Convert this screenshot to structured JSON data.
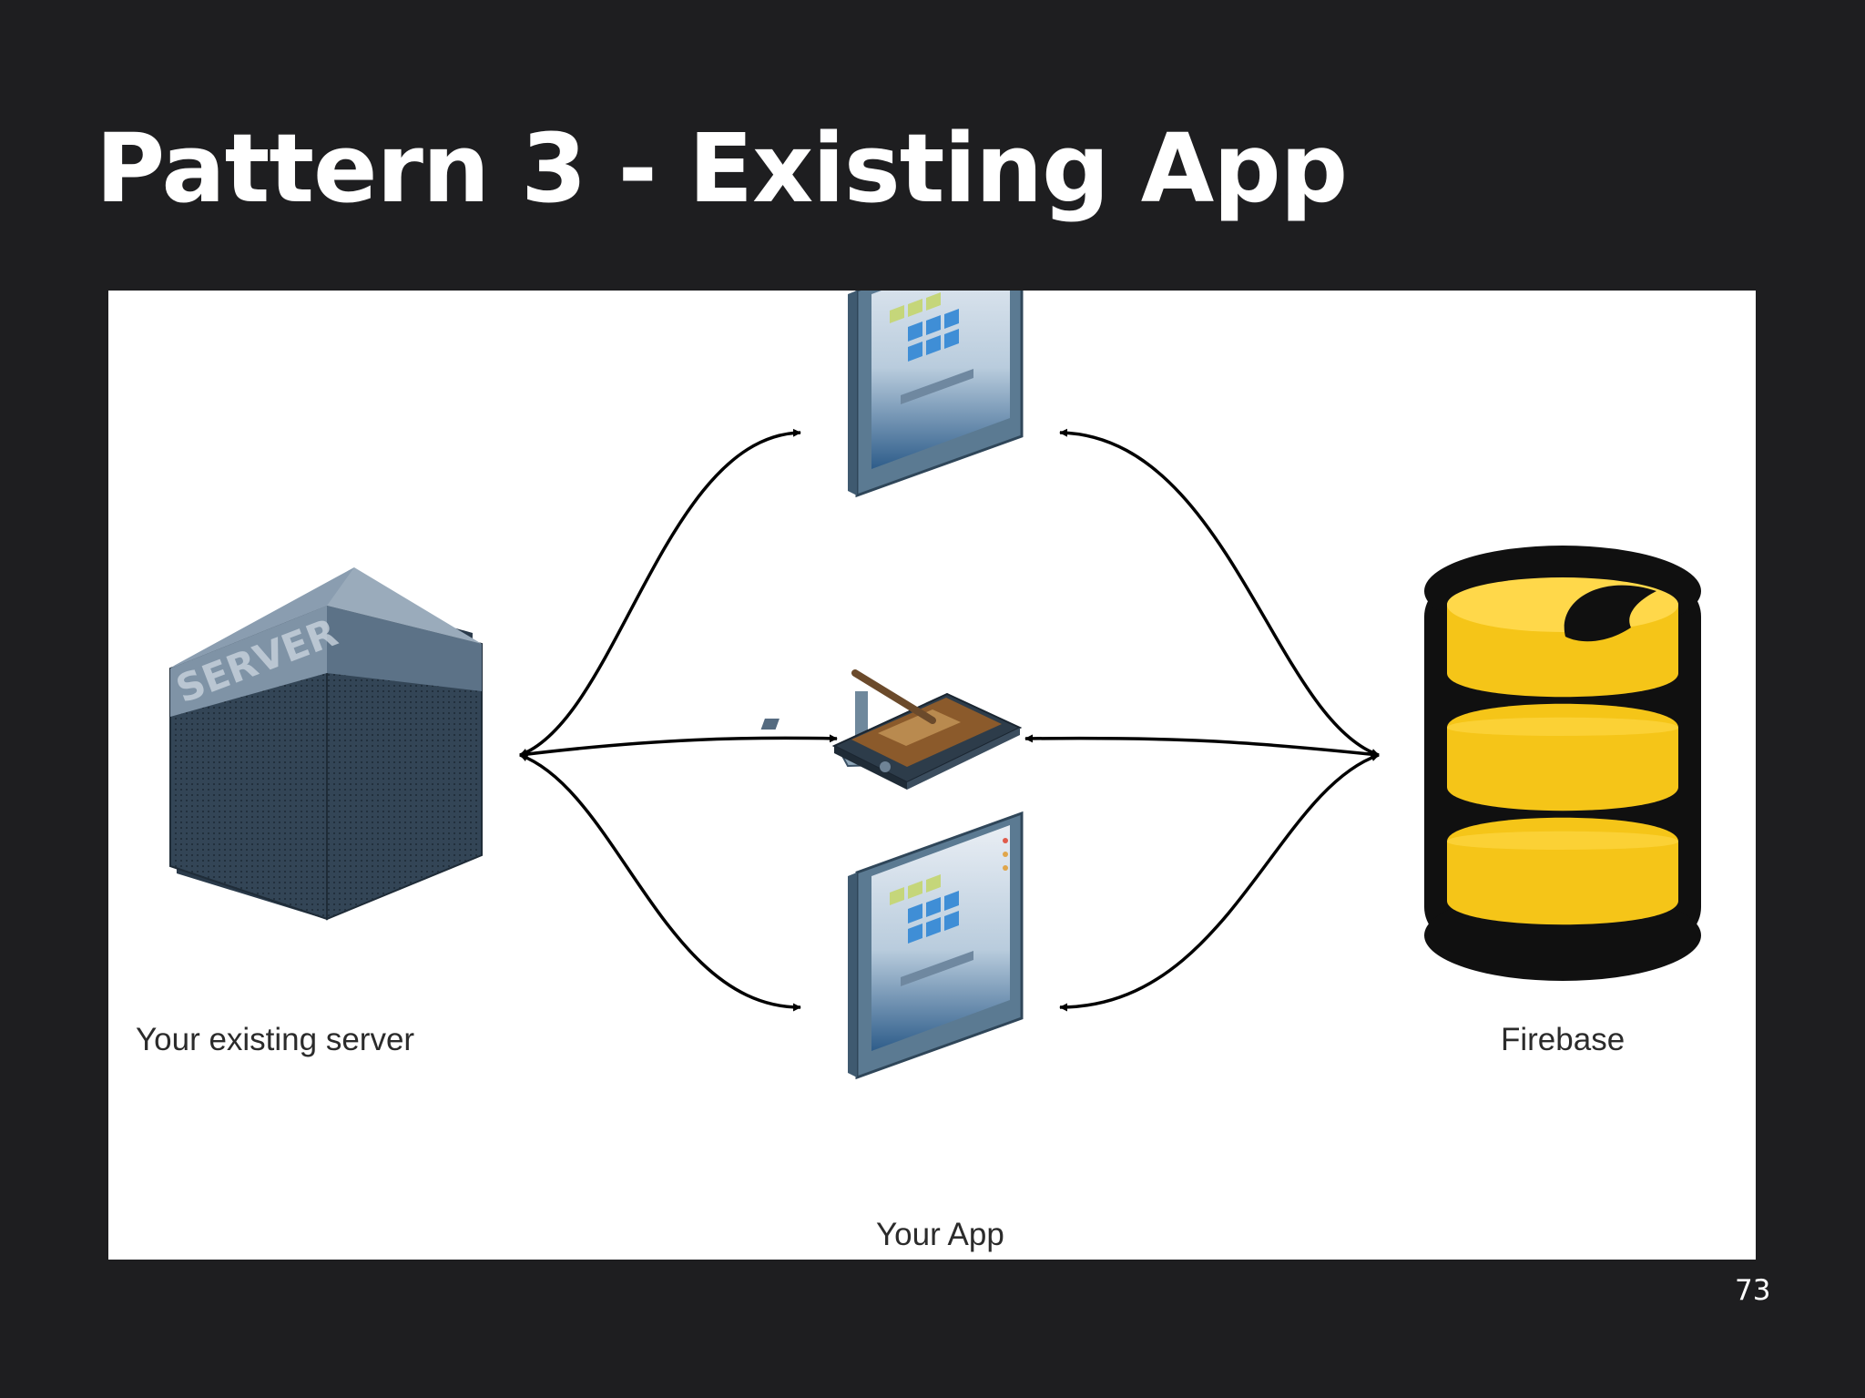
{
  "slide": {
    "title": "Pattern 3 - Existing App",
    "page_number": "73"
  },
  "diagram": {
    "nodes": {
      "server": {
        "label": "Your existing server",
        "icon": "server-icon",
        "icon_text": "SERVER"
      },
      "firebase": {
        "label": "Firebase",
        "icon": "database-icon"
      },
      "app": {
        "label": "Your App",
        "devices": [
          "desktop-monitor-icon",
          "tablet-stylus-icon",
          "desktop-monitor-icon"
        ]
      }
    },
    "colors": {
      "background": "#1e1e20",
      "panel": "#ffffff",
      "server_body": "#3f5366",
      "database_fill": "#f5c518",
      "connector": "#000000"
    }
  }
}
